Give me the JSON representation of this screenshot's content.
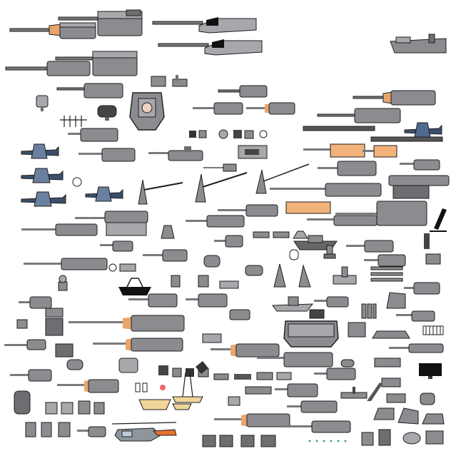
{
  "sheet": {
    "kind": "sprite-sheet",
    "background": "#ffffff",
    "palette": {
      "turret": "#8c8c90",
      "turret_light": "#a8a8ac",
      "turret_dark": "#6e6e72",
      "outline": "#1e1e1e",
      "barrel": "#7a7a7e",
      "muzzle_tan": "#e9a66c",
      "plate_orange": "#f2b27a",
      "boat_tan": "#f0d59a",
      "aircraft_blue": "#3b4f6b",
      "helicopter_grey": "#8e969c",
      "helicopter_orange": "#e6732e",
      "black": "#111111"
    },
    "sprites": [
      {
        "name": "triple-gun-turret-large",
        "kind": "turret",
        "barrels": 3,
        "muzzle": true
      },
      {
        "name": "twin-gun-turret-large",
        "kind": "turret",
        "barrels": 2,
        "muzzle": false
      },
      {
        "name": "twin-gun-turret-long",
        "kind": "turret",
        "barrels": 2,
        "muzzle": true
      },
      {
        "name": "single-gun-turret",
        "kind": "turret",
        "barrels": 1,
        "muzzle": false
      },
      {
        "name": "landing-craft",
        "kind": "boat"
      },
      {
        "name": "ship-bridge",
        "kind": "superstructure"
      },
      {
        "name": "searchlight",
        "kind": "equipment"
      },
      {
        "name": "radar-antenna",
        "kind": "equipment"
      },
      {
        "name": "crane",
        "kind": "equipment"
      },
      {
        "name": "carrier-aircraft",
        "kind": "aircraft"
      },
      {
        "name": "orange-gun-shield",
        "kind": "turret"
      },
      {
        "name": "mortar",
        "kind": "weapon"
      },
      {
        "name": "lifeboat",
        "kind": "boat"
      },
      {
        "name": "rowboat",
        "kind": "boat"
      },
      {
        "name": "helicopter",
        "kind": "aircraft"
      },
      {
        "name": "hangar-block",
        "kind": "superstructure"
      },
      {
        "name": "monitor-screen",
        "kind": "equipment"
      },
      {
        "name": "ammo-rack",
        "kind": "equipment"
      },
      {
        "name": "small-mount",
        "kind": "misc"
      }
    ]
  }
}
